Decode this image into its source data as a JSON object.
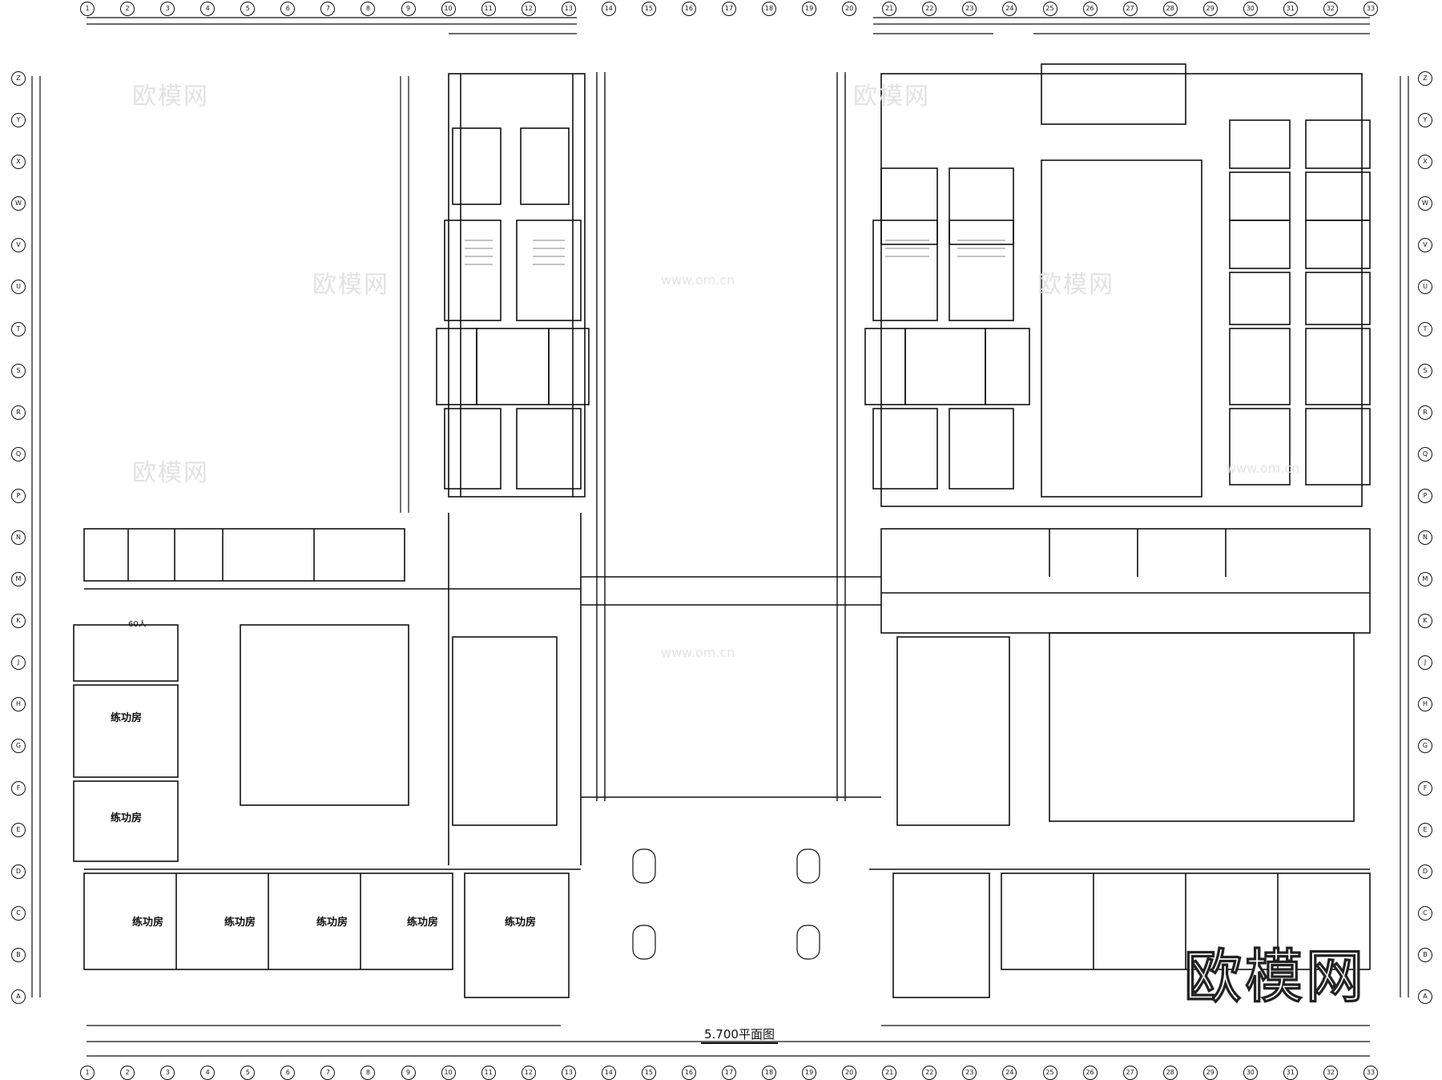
{
  "drawing": {
    "title": "5.700平面图",
    "logo_text": "欧模网",
    "watermark_text": "欧模网",
    "watermark_domain": "www.om.cn",
    "line_color": "#111111",
    "watermark_color": "#e2e2e2"
  },
  "rooms": {
    "practice_room": "练功房",
    "capacity_60": "60人"
  },
  "axes": {
    "top_numbers": [
      "1",
      "2",
      "3",
      "4",
      "5",
      "6",
      "7",
      "8",
      "9",
      "10",
      "11",
      "12",
      "13",
      "14",
      "15",
      "16",
      "17",
      "18",
      "19",
      "20",
      "21",
      "22",
      "23",
      "24",
      "25",
      "26",
      "27",
      "28",
      "29",
      "30",
      "31",
      "32",
      "33"
    ],
    "side_letters": [
      "A",
      "B",
      "C",
      "D",
      "E",
      "F",
      "G",
      "H",
      "J",
      "K",
      "M",
      "N",
      "P",
      "Q",
      "R",
      "S",
      "T",
      "U",
      "V",
      "W",
      "X",
      "Y",
      "Z"
    ]
  }
}
